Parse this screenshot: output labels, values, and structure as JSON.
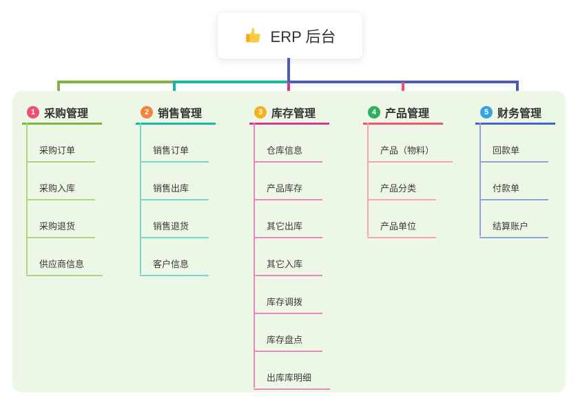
{
  "root": {
    "label": "ERP 后台",
    "icon": "thumbs-up-icon"
  },
  "colors": {
    "canvas_bg": "#ffffff",
    "panel_bg": "#ecf7e6",
    "trunk": "#4a5ac2",
    "heading_text": "#333333",
    "child_text": "#3a3a3a"
  },
  "branches": [
    {
      "badge": "1",
      "badge_color": "#f0506e",
      "label": "采购管理",
      "line_color": "#7cb43e",
      "child_line_color": "#a9d584",
      "children": [
        "采购订单",
        "采购入库",
        "采购退货",
        "供应商信息"
      ]
    },
    {
      "badge": "2",
      "badge_color": "#f6823b",
      "label": "销售管理",
      "line_color": "#12b7a6",
      "child_line_color": "#79d4c9",
      "children": [
        "销售订单",
        "销售出库",
        "销售退货",
        "客户信息"
      ]
    },
    {
      "badge": "3",
      "badge_color": "#f8b11e",
      "label": "库存管理",
      "line_color": "#d6368f",
      "child_line_color": "#e687be",
      "children": [
        "仓库信息",
        "产品库存",
        "其它出库",
        "其它入库",
        "库存调拨",
        "库存盘点",
        "出库库明细"
      ]
    },
    {
      "badge": "4",
      "badge_color": "#2eaf5f",
      "label": "产品管理",
      "line_color": "#f4506a",
      "child_line_color": "#f9a2b0",
      "children": [
        "产品（物料）",
        "产品分类",
        "产品单位"
      ]
    },
    {
      "badge": "5",
      "badge_color": "#36a3e5",
      "label": "财务管理",
      "line_color": "#3f66c5",
      "child_line_color": "#8da4da",
      "children": [
        "回款单",
        "付款单",
        "结算账户"
      ]
    }
  ]
}
